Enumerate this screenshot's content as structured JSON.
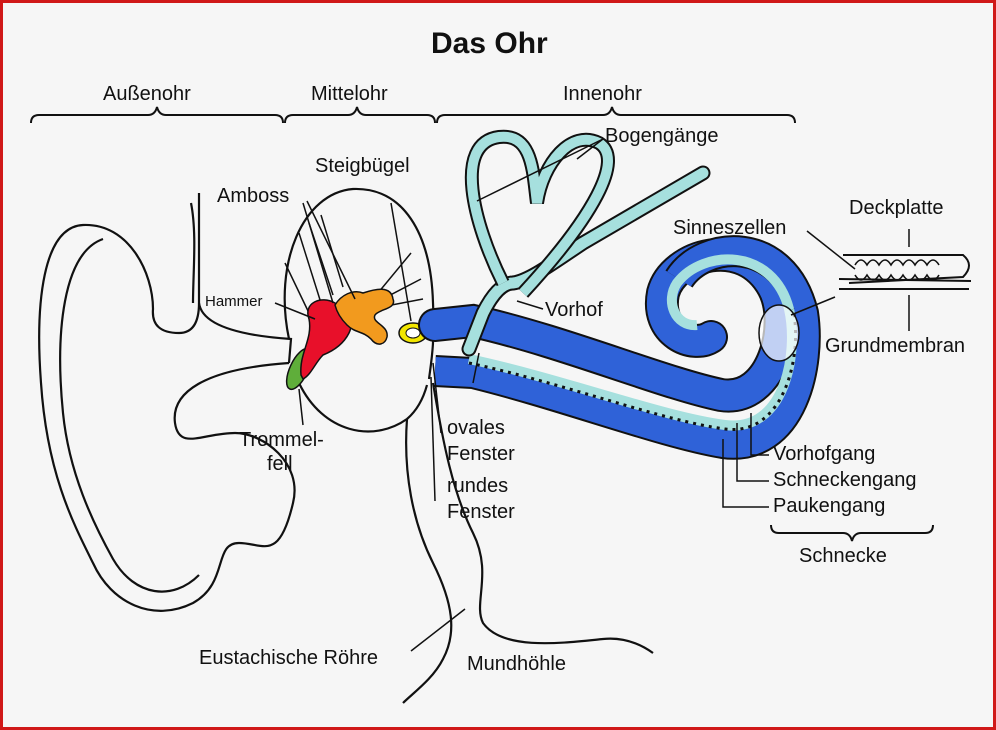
{
  "title": "Das Ohr",
  "sections": {
    "outer": "Außenohr",
    "middle": "Mittelohr",
    "inner": "Innenohr",
    "cochlea": "Schnecke"
  },
  "labels": {
    "steigbuegel": "Steigbügel",
    "amboss": "Amboss",
    "hammer": "Hammer",
    "trommelfell_1": "Trommel-",
    "trommelfell_2": "fell",
    "bogengaenge": "Bogengänge",
    "vorhof": "Vorhof",
    "ovales_1": "ovales",
    "ovales_2": "Fenster",
    "rundes_1": "rundes",
    "rundes_2": "Fenster",
    "eustachische": "Eustachische Röhre",
    "mundhoehle": "Mundhöhle",
    "sinneszellen": "Sinneszellen",
    "deckplatte": "Deckplatte",
    "grundmembran": "Grundmembran",
    "vorhofgang": "Vorhofgang",
    "schneckengang": "Schneckengang",
    "paukengang": "Paukengang"
  },
  "colors": {
    "hammer": "#e8102a",
    "amboss": "#f29a1e",
    "steigbuegel": "#f2e600",
    "trommelfell": "#5fae3a",
    "vestibular": "#a6e0de",
    "cochlea": "#2f62d8",
    "border": "#d01818"
  }
}
